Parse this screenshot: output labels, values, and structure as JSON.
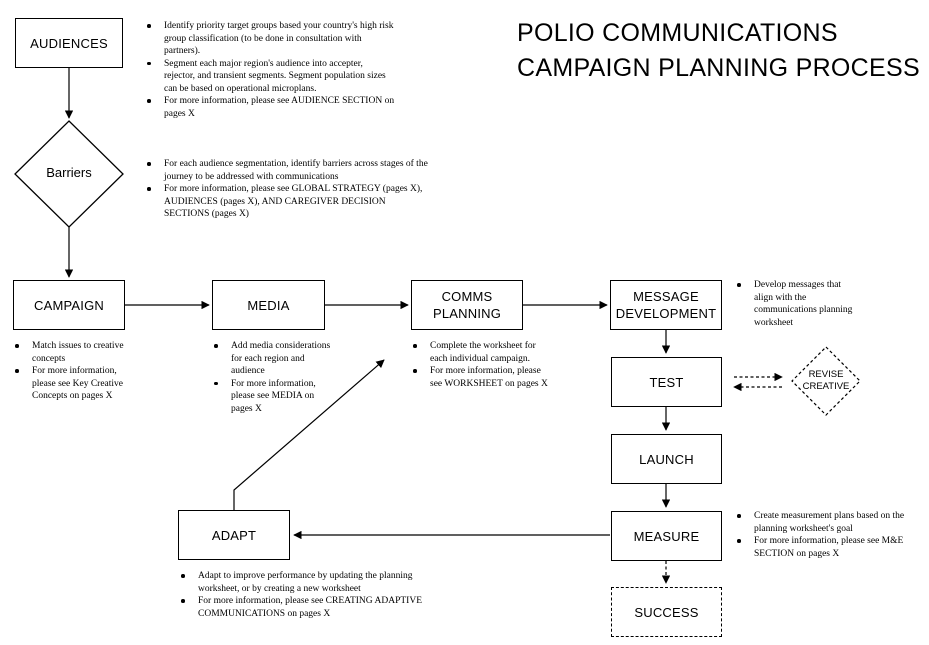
{
  "title": {
    "line1": "POLIO COMMUNICATIONS",
    "line2": "CAMPAIGN PLANNING PROCESS"
  },
  "nodes": {
    "audiences": "AUDIENCES",
    "barriers": "Barriers",
    "campaign": "CAMPAIGN",
    "media": "MEDIA",
    "comms_planning": [
      "COMMS",
      "PLANNING"
    ],
    "message_development": [
      "MESSAGE",
      "DEVELOPMENT"
    ],
    "test": "TEST",
    "revise_creative": [
      "REVISE",
      "CREATIVE"
    ],
    "launch": "LAUNCH",
    "measure": "MEASURE",
    "adapt": "ADAPT",
    "success": "SUCCESS"
  },
  "notes": {
    "audiences": [
      "Identify priority target groups based your country's high risk group classification (to be done in consultation with partners).",
      "Segment each major region's audience into accepter, rejector, and transient segments. Segment population sizes can be based on operational microplans.",
      "For more information, please see AUDIENCE SECTION on pages X"
    ],
    "barriers": [
      "For each audience segmentation, identify barriers across stages of the journey to be addressed with communications",
      "For more information, please see GLOBAL STRATEGY (pages X), AUDIENCES (pages X), AND CAREGIVER DECISION SECTIONS (pages X)"
    ],
    "campaign": [
      "Match issues to creative concepts",
      "For more information, please see Key Creative Concepts on pages X"
    ],
    "media": [
      "Add media considerations for each region and audience",
      "For more information, please see MEDIA on pages X"
    ],
    "comms_planning": [
      "Complete the worksheet for each individual campaign.",
      "For more information, please see WORKSHEET on pages X"
    ],
    "message_development": [
      "Develop messages that align with the communications planning worksheet"
    ],
    "measure": [
      "Create measurement plans based on the planning worksheet's goal",
      "For more information, please see M&E SECTION on pages X"
    ],
    "adapt": [
      "Adapt to improve performance by updating the planning worksheet, or by creating a new worksheet",
      "For more information, please see CREATING ADAPTIVE COMMUNICATIONS on pages X"
    ]
  }
}
